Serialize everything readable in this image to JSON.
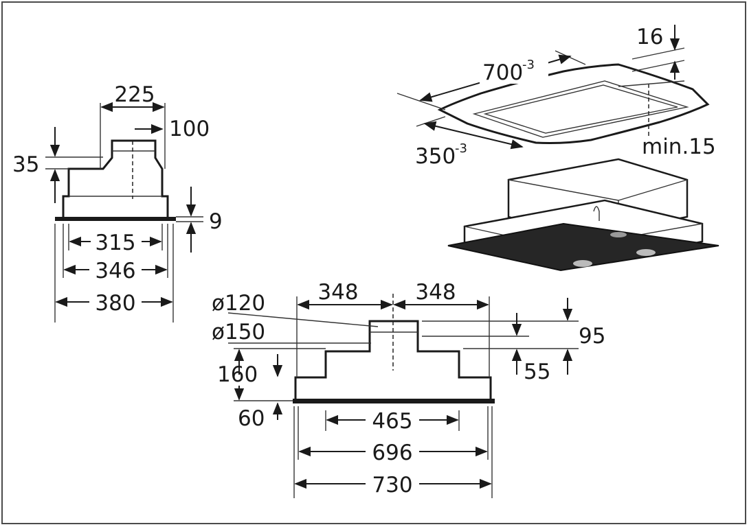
{
  "side_view": {
    "top_width": "225",
    "top_inset": "100",
    "step_height": "35",
    "flange_height": "9",
    "inner_width": "315",
    "mid_width": "346",
    "outer_width": "380"
  },
  "cutout": {
    "length": "700",
    "length_tol": "-3",
    "width": "350",
    "width_tol": "-3",
    "thickness": "16",
    "min_depth": "min.15"
  },
  "front_view": {
    "left_half": "348",
    "right_half": "348",
    "dia_small": "ø120",
    "dia_large": "ø150",
    "spigot_height": "95",
    "upper_step": "55",
    "body_height": "160",
    "base_height": "60",
    "inner_width": "465",
    "mid_width": "696",
    "outer_width": "730"
  }
}
